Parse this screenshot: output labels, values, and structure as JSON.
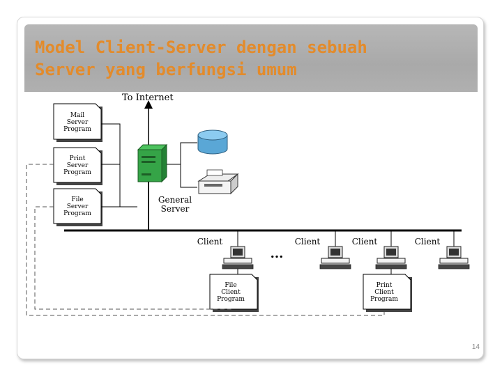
{
  "slide": {
    "title": "Model Client-Server dengan sebuah\nServer yang berfungsi umum",
    "page_number": "14"
  },
  "diagram": {
    "internet_label": "To Internet",
    "mail_server_program": [
      "Mail",
      "Server",
      "Program"
    ],
    "print_server_program": [
      "Print",
      "Server",
      "Program"
    ],
    "file_server_program": [
      "File",
      "Server",
      "Program"
    ],
    "general_server": [
      "General",
      "Server"
    ],
    "clients": [
      "Client",
      "Client",
      "Client",
      "Client"
    ],
    "ellipsis": "...",
    "file_client_program": [
      "File",
      "Client",
      "Program"
    ],
    "print_client_program": [
      "Print",
      "Client",
      "Program"
    ]
  },
  "colors": {
    "title": "#e38b2b",
    "title_band": "#b0b0b0",
    "database": "#5aa7d6",
    "server_tower": "#39a74a",
    "line": "#000000"
  }
}
